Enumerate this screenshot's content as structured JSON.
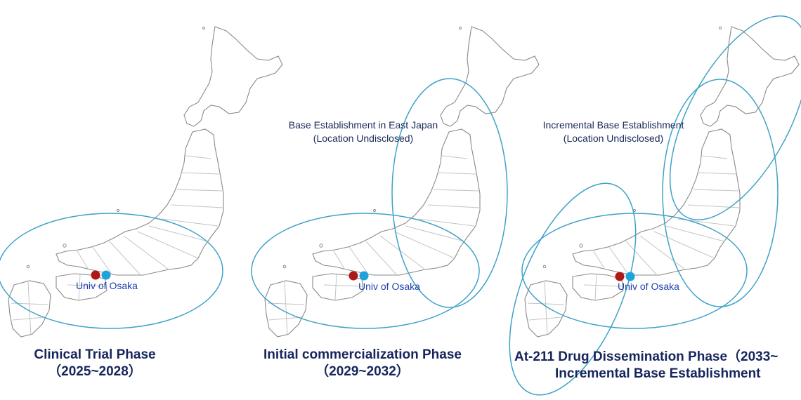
{
  "colors": {
    "map_outline": "#8a8a8a",
    "prefecture_border": "#c4c4c4",
    "ellipse": "#3fa2c8",
    "dot_red": "#b01818",
    "dot_blue": "#1ea2dc",
    "label_blue": "#1f3fb0",
    "title": "#16255c"
  },
  "panels": [
    {
      "title_line1": "Clinical Trial Phase",
      "title_line2": "（2025~2028）",
      "city_label": "Univ of Osaka",
      "annotation_line1": "",
      "annotation_line2": ""
    },
    {
      "title_line1": "Initial commercialization Phase",
      "title_line2": "（2029~2032）",
      "city_label": "Univ of Osaka",
      "annotation_line1": "Base Establishment in East Japan",
      "annotation_line2": "(Location Undisclosed)"
    },
    {
      "title_line1": "At-211 Drug Dissemination Phase（2033~",
      "title_line2": "Incremental Base Establishment",
      "city_label": "Univ of Osaka",
      "annotation_line1": "Incremental Base Establishment",
      "annotation_line2": "(Location Undisclosed)"
    }
  ]
}
